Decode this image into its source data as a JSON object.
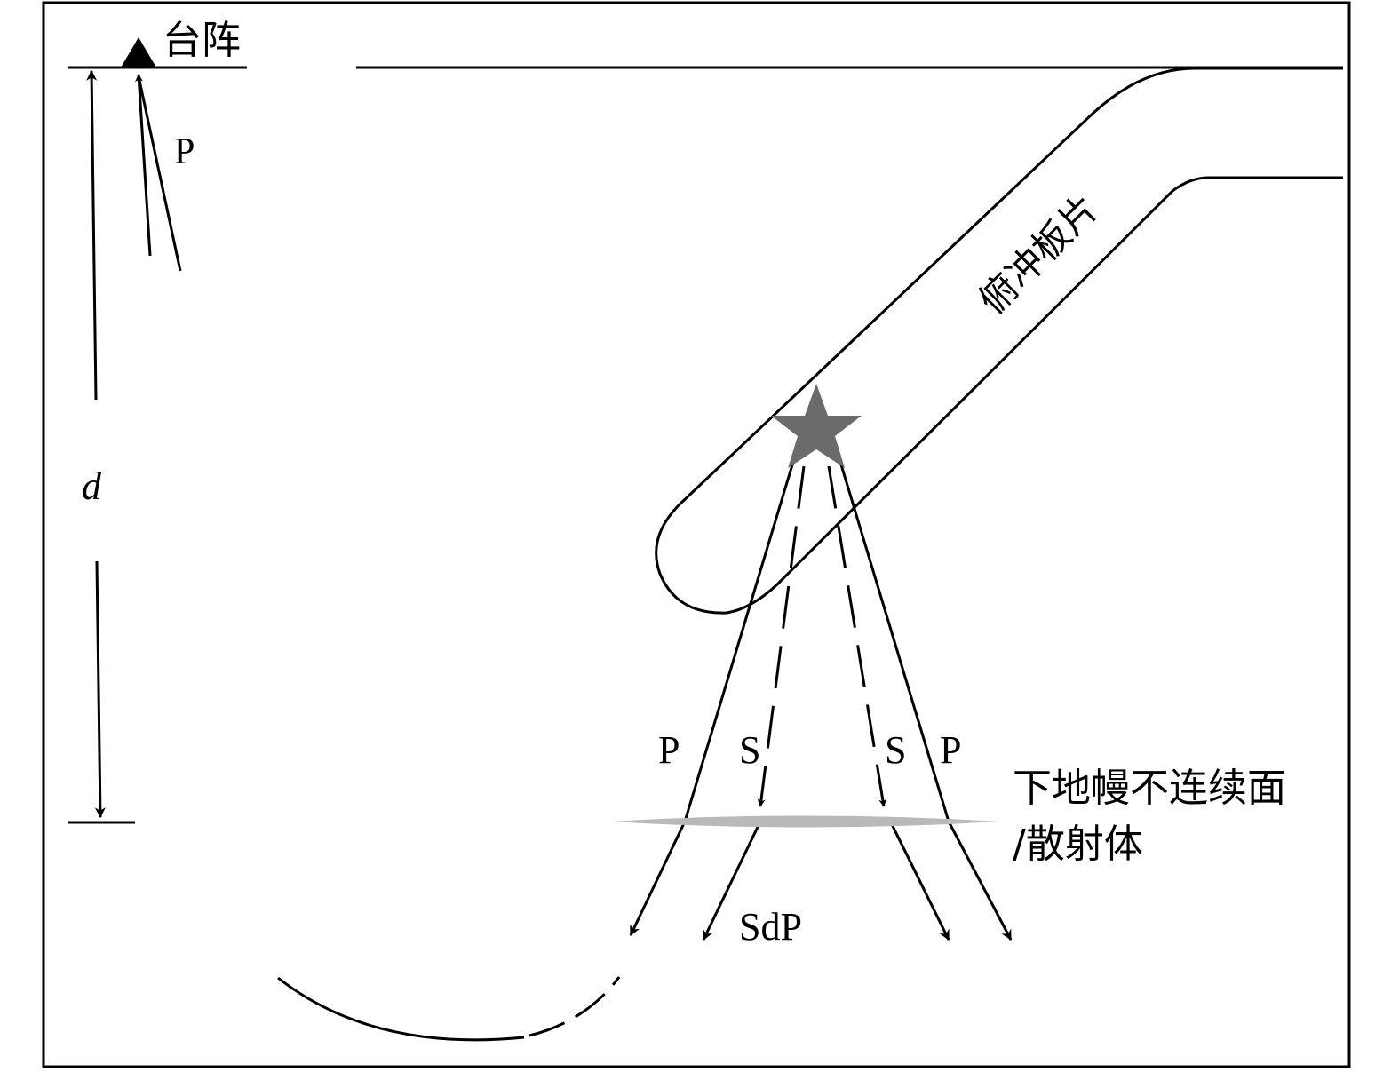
{
  "labels": {
    "array": "台阵",
    "p_surface": "P",
    "depth": "d",
    "slab": "俯冲板片",
    "p_left": "P",
    "s_left": "S",
    "s_right": "S",
    "p_right": "P",
    "discontinuity_line1": "下地幔不连续面",
    "discontinuity_line2": "/散射体",
    "sdp": "SdP"
  },
  "colors": {
    "line": "#000000",
    "star": "#6b6b6b",
    "discontinuity": "#b9b9b9",
    "background": "#ffffff"
  },
  "icons": {
    "station": "triangle",
    "source": "star"
  }
}
